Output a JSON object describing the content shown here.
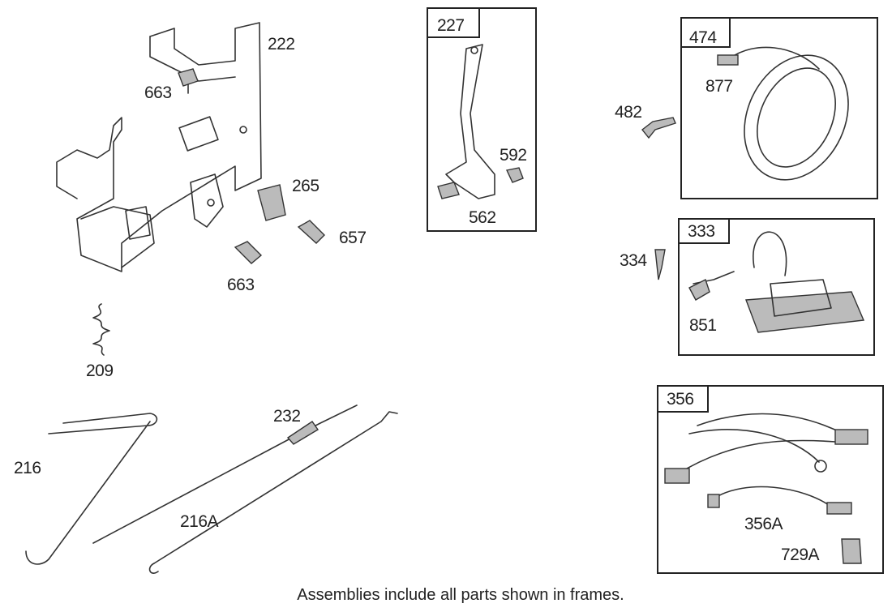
{
  "parts": {
    "p222": "222",
    "p663a": "663",
    "p265": "265",
    "p657": "657",
    "p663b": "663",
    "p209": "209",
    "p227": "227",
    "p592": "592",
    "p562": "562",
    "p482": "482",
    "p474": "474",
    "p877": "877",
    "p333": "333",
    "p334": "334",
    "p851": "851",
    "p356": "356",
    "p356A": "356A",
    "p729A": "729A",
    "p216": "216",
    "p232": "232",
    "p216A": "216A"
  },
  "caption": "Assemblies include all parts shown in frames."
}
